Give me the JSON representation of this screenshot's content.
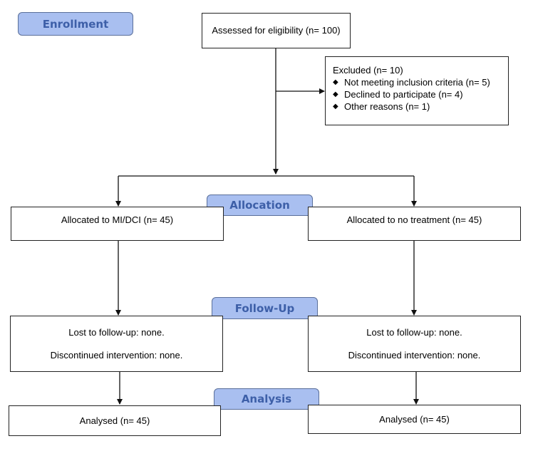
{
  "stages": {
    "enrollment": "Enrollment",
    "allocation": "Allocation",
    "followup": "Follow-Up",
    "analysis": "Analysis"
  },
  "assessed": "Assessed for eligibility (n= 100)",
  "excluded": {
    "title": "Excluded (n= 10)",
    "bullet": "◆",
    "items": [
      "Not meeting inclusion criteria (n= 5)",
      "Declined to participate (n= 4)",
      "Other reasons (n= 1)"
    ]
  },
  "allocation": {
    "left": "Allocated to MI/DCI (n= 45)",
    "right": "Allocated to no treatment (n= 45)"
  },
  "followup": {
    "left": {
      "lost": "Lost to follow-up: none.",
      "discontinued": "Discontinued intervention: none."
    },
    "right": {
      "lost": "Lost to follow-up: none.",
      "discontinued": "Discontinued intervention: none."
    }
  },
  "analysis": {
    "left": "Analysed (n= 45)",
    "right": "Analysed (n= 45)"
  }
}
